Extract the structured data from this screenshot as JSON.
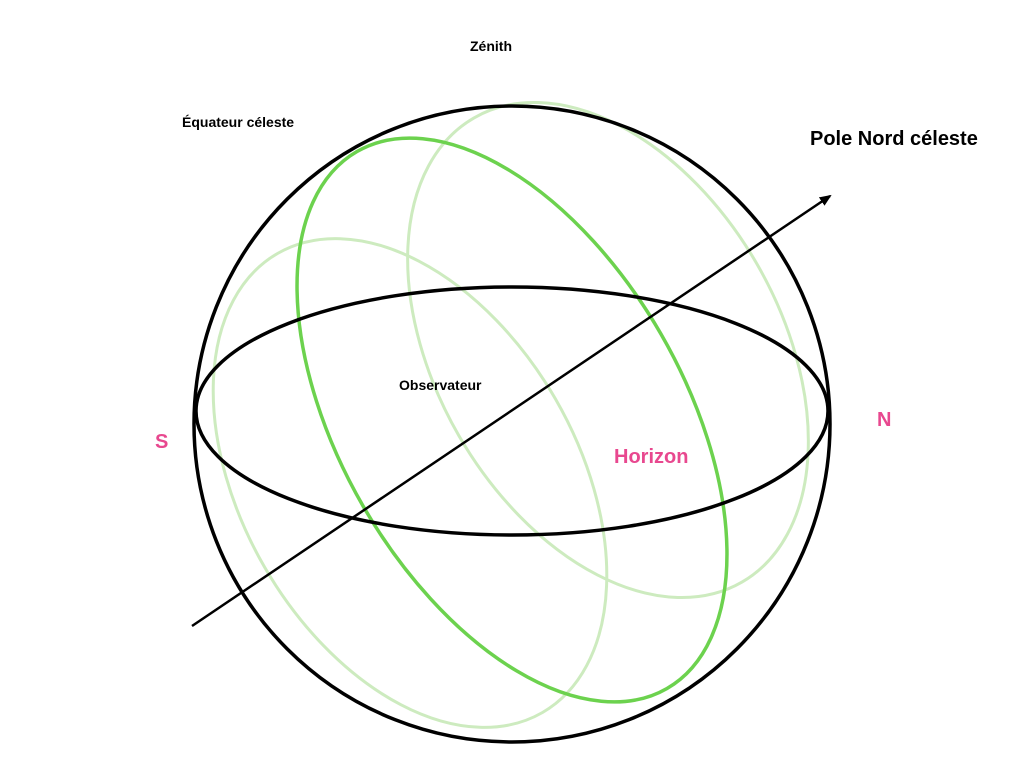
{
  "labels": {
    "zenith": "Zénith",
    "celestial_equator": "Équateur céleste",
    "north_celestial_pole": "Pole Nord céleste",
    "observer": "Observateur",
    "horizon": "Horizon",
    "south": "S",
    "north": "N"
  },
  "colors": {
    "outline": "#000000",
    "accent_label": "#e8488f",
    "equator_circle": "#6cd24e",
    "parallel_circles": "#cdebbf",
    "background": "#ffffff"
  }
}
